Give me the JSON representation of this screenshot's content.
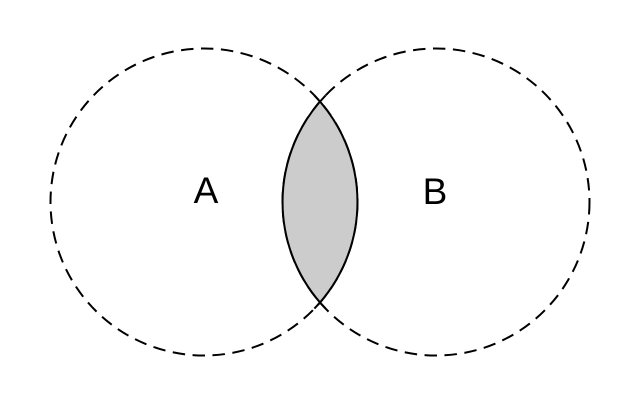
{
  "diagram": {
    "type": "venn",
    "sets": [
      {
        "label": "A"
      },
      {
        "label": "B"
      }
    ],
    "intersection": {
      "shaded": true,
      "fill_color": "#cccccc",
      "outline_style": "solid"
    },
    "circle_outline_style": "dashed",
    "stroke_color": "#000000",
    "background_color": "#ffffff"
  }
}
